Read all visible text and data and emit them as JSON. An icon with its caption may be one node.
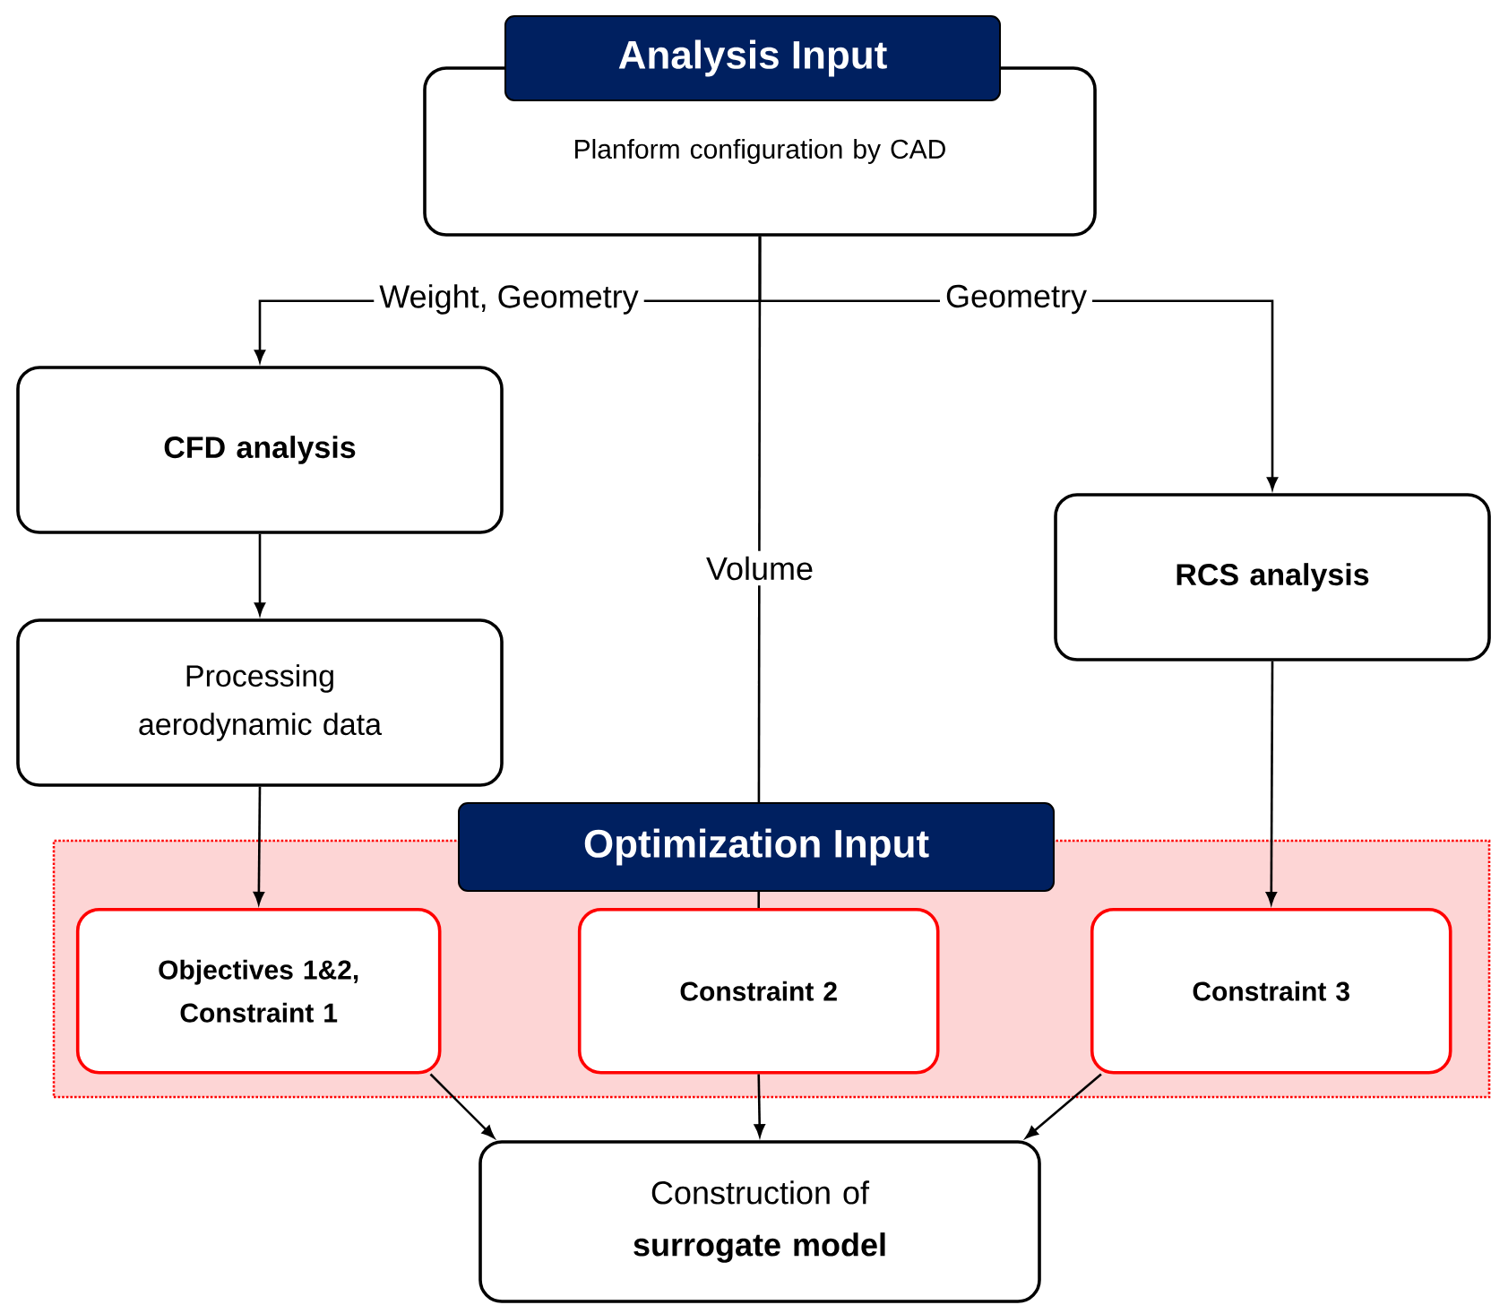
{
  "diagram": {
    "nodes": [
      {
        "text": [
          "Analysis Input",
          "Planform configuration by CAD"
        ]
      },
      {
        "text": [
          "CFD analysis"
        ]
      },
      {
        "text": [
          "Processing aerodynamic data"
        ]
      },
      {
        "text": [
          "RCS analysis"
        ]
      },
      {
        "text": [
          "Optimization Input"
        ]
      },
      {
        "text": [
          "Objectives 1&2, Constraint 1"
        ],
        "in": 4
      },
      {
        "text": [
          "Constraint 2"
        ],
        "in": 4
      },
      {
        "text": [
          "Constraint 3"
        ],
        "in": 4
      },
      {
        "text": [
          "Construction of **surrogate model**"
        ]
      }
    ],
    "edges": [
      {
        "from": 0,
        "to": 1,
        "arrow": "to",
        "label": "Weight, Geometry"
      },
      {
        "from": 0,
        "to": 3,
        "arrow": "to",
        "label": "Geometry"
      },
      {
        "from": 0,
        "to": 6,
        "arrow": "none",
        "label": "Volume"
      },
      {
        "from": 1,
        "to": 2,
        "arrow": "to"
      },
      {
        "from": 2,
        "to": 5,
        "arrow": "to"
      },
      {
        "from": 3,
        "to": 7,
        "arrow": "to"
      },
      {
        "from": 5,
        "to": 8,
        "arrow": "to"
      },
      {
        "from": 6,
        "to": 8,
        "arrow": "to"
      },
      {
        "from": 7,
        "to": 8,
        "arrow": "to"
      }
    ]
  }
}
